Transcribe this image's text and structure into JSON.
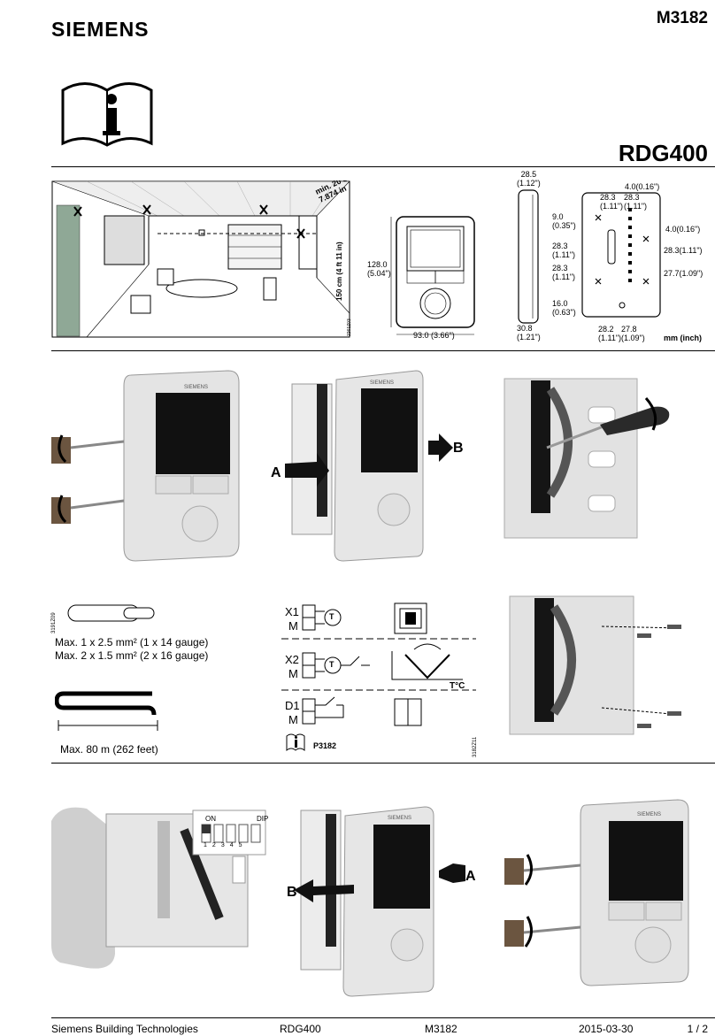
{
  "header": {
    "brand": "SIEMENS",
    "doc_number": "M3182",
    "model": "RDG400"
  },
  "mounting_figure": {
    "distance_label": "min. 20 cm\n7.874 in",
    "height_label": "150 cm (4 ft 11 in)",
    "fig_code": "2261Z03"
  },
  "dimensions": {
    "front_height": "128.0\n(5.04\")",
    "front_width": "93.0 (3.66\")",
    "side_top": "28.5\n(1.12\")",
    "side_bottom": "30.8\n(1.21\")",
    "back_top_a": "28.3\n(1.11\")",
    "back_top_b": "28.3\n(1.11\")",
    "back_top_c": "4.0(0.16\")",
    "back_left_a": "9.0\n(0.35\")",
    "back_left_b": "28.3\n(1.11\")",
    "back_left_c": "28.3\n(1.11\")",
    "back_left_d": "16.0\n(0.63\")",
    "back_right_a": "4.0(0.16\")",
    "back_right_b": "28.3(1.11\")",
    "back_right_c": "27.7(1.09\")",
    "back_bottom_a": "28.2\n(1.11\")",
    "back_bottom_b": "27.8\n(1.09\")",
    "unit": "mm (inch)"
  },
  "arrows": {
    "a1": "A",
    "b1": "B",
    "a2": "A",
    "b2": "B"
  },
  "device_brand_label": "SIEMENS",
  "wiring": {
    "fig_code_cable": "3191Z09",
    "cable_spec_1": "Max.  1 x 2.5 mm² (1 x 14 gauge)",
    "cable_spec_2": "Max.  2 x 1.5 mm² (2 x 16 gauge)",
    "cable_length": "Max. 80 m (262 feet)",
    "x1": "X1",
    "m1": "M",
    "x2": "X2",
    "m2": "M",
    "d1": "D1",
    "m3": "M",
    "t_label": "T",
    "temp_axis": "T°C",
    "ref_doc": "P3182",
    "fig_code_terminals": "3182Z11"
  },
  "dip": {
    "on": "ON",
    "dip": "DIP",
    "numbers": [
      "1",
      "2",
      "3",
      "4",
      "5"
    ]
  },
  "footer": {
    "company": "Siemens Building Technologies",
    "model": "RDG400",
    "doc": "M3182",
    "date": "2015-03-30",
    "page": "1 / 2"
  }
}
